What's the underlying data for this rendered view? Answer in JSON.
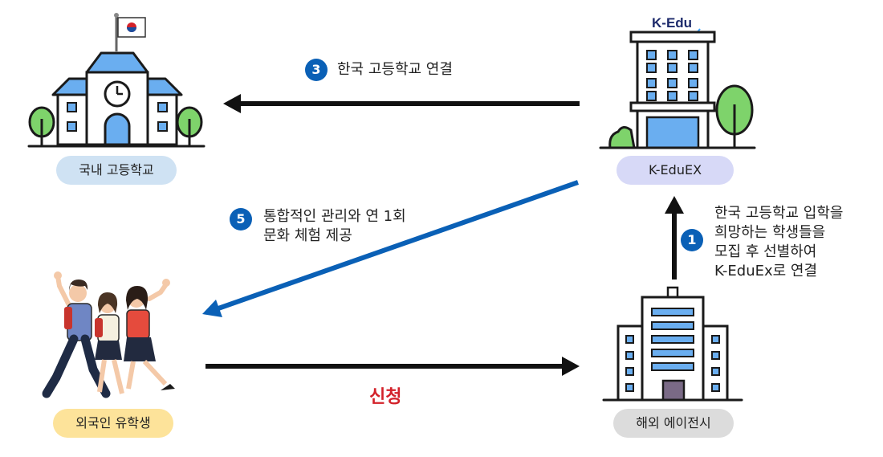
{
  "nodes": {
    "domestic_school": {
      "label": "국내 고등학교",
      "color": "#cfe2f3"
    },
    "kedu": {
      "label": "K-EduEX",
      "color": "#d7d9f7"
    },
    "students": {
      "label": "외국인 유학생",
      "color": "#fde39a"
    },
    "agency": {
      "label": "해외 에이전시",
      "color": "#dcdcdc"
    }
  },
  "logo": {
    "line1": "K-Edu",
    "line2": "Ex"
  },
  "steps": {
    "s1": {
      "num": "1",
      "lines": [
        "한국 고등학교 입학을",
        "희망하는 학생들을",
        "모집 후 선별하여",
        "K-EduEx로 연결"
      ]
    },
    "s3": {
      "num": "3",
      "text": "한국 고등학교 연결"
    },
    "s5": {
      "num": "5",
      "lines": [
        "통합적인 관리와 연 1회",
        "문화 체험 제공"
      ]
    }
  },
  "apply_label": "신청",
  "colors": {
    "arrow_black": "#111111",
    "arrow_blue": "#0a60b6",
    "badge": "#0a60b6",
    "apply": "#d3222a"
  }
}
